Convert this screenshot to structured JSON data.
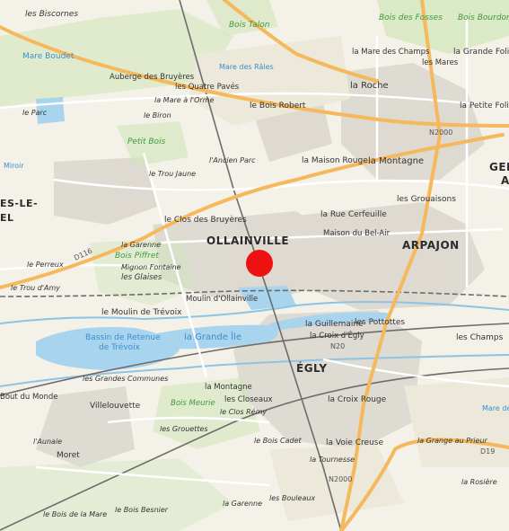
{
  "colors": {
    "background": "#f4f1e8",
    "water": "#a9d4ee",
    "water_text": "#3a8fd0",
    "wood": "#cfe6b8",
    "wood_text": "#3f9a3a",
    "urban": "#dcd8d0",
    "major_road": "#f5b85c",
    "minor_road": "#ffffff",
    "rail": "#6c6c6c",
    "marker": "#ee1111"
  },
  "marker": {
    "name": "location-marker",
    "color": "#ee1111"
  },
  "labels": {
    "les_biscornes": "les Biscornes",
    "bois_talon": "Bois Talon",
    "bois_des_fosses": "Bois des Fosses",
    "bois_bourdon": "Bois Bourdon",
    "mare_boudet": "Mare Boudet",
    "la_mare_des_champs": "la Mare des Champs",
    "les_mares": "les Mares",
    "la_grande_folie": "la Grande Folie",
    "mare_des_rales": "Mare des Râles",
    "auberge_des_bruyeres": "Auberge des Bruyères",
    "les_quatre_paves": "les Quatre Pavés",
    "la_roche": "la Roche",
    "la_mare_a_lorme": "la Mare à l'Orme",
    "le_bois_robert": "le Bois Robert",
    "la_petite_folie": "la Petite Folie",
    "le_parc": "le Parc",
    "le_biron": "le Biron",
    "n2000": "N2000",
    "petit_bois": "Petit Bois",
    "miroir": "Miroir",
    "lancien_parc": "l'Ancien Parc",
    "la_maison_rouge": "la Maison Rouge",
    "la_montagne_north": "la Montagne",
    "ger": "GER",
    "a_letter": "A",
    "le_trou_jaune": "le Trou Jaune",
    "les_grouaisons": "les Grouaisons",
    "es_le": "ES-LE-",
    "el": "EL",
    "la_rue_cerfeuille": "la Rue Cerfeuille",
    "le_clos_des_bruyeres": "le Clos des Bruyères",
    "maison_du_bel_air": "Maison du Bel-Air",
    "ollainville": "OLLAINVILLE",
    "arpajon": "ARPAJON",
    "la_garenne_north": "la Garenne",
    "bois_piffret": "Bois Piffret",
    "d116": "D116",
    "le_perreux": "le Perreux",
    "mignon_fontaine": "Mignon Fontaine",
    "les_glaises": "les Glaises",
    "le_trou_damy": "le Trou d'Amy",
    "moulin_dollainville": "Moulin d'Ollainville",
    "le_moulin_de_trevoix": "le Moulin de Trévoix",
    "la_guillemaine": "la Guillemaine",
    "les_pottottes": "les Pottottes",
    "la_croix_degly": "la Croix d'Égly",
    "bassin_line1": "Bassin de Retenue",
    "bassin_line2": "de Trévoix",
    "la_grande_ile": "la Grande Île",
    "n20": "N20",
    "les_champs": "les Champs",
    "egly": "ÉGLY",
    "les_grandes_communes": "les Grandes Communes",
    "la_montagne_south": "la Montagne",
    "la_croix_rouge": "la Croix Rouge",
    "bout_du_monde": "Bout du Monde",
    "les_closeaux": "les Closeaux",
    "bois_meurie": "Bois Meurie",
    "villelouvette": "Villelouvette",
    "le_clos_remy": "le Clos Rémy",
    "mare_des": "Mare des",
    "les_grouettes": "les Grouettes",
    "le_bois_cadet": "le Bois Cadet",
    "la_voie_creuse": "la Voie Creuse",
    "la_grange_au_prieur": "la Grange au Prieur",
    "d19": "D19",
    "launaie": "l'Aunaie",
    "moret": "Moret",
    "la_tournesse": "la Tournesse",
    "n2000_south": "N2000",
    "la_rosiere": "la Rosière",
    "les_bouleaux": "les Bouleaux",
    "la_garenne_south": "la Garenne",
    "le_bois_de_la_mare": "le Bois de la Mare",
    "le_bois_besnier": "le Bois Besnier"
  }
}
